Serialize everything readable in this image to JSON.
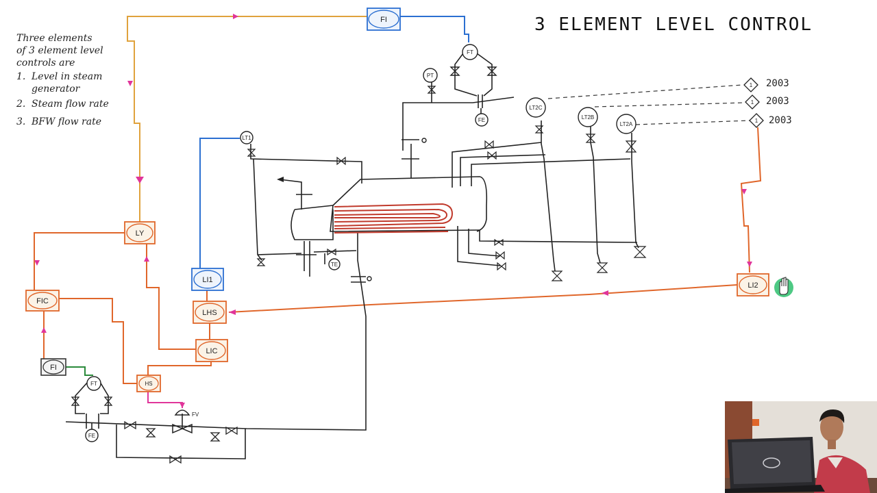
{
  "title": "3 ELEMENT LEVEL CONTROL",
  "notes": {
    "intro": [
      "Three elements",
      "of 3 element level",
      "controls are"
    ],
    "items": [
      {
        "num": "1.",
        "lines": [
          "Level in steam",
          "generator"
        ]
      },
      {
        "num": "2.",
        "lines": [
          "Steam flow rate"
        ]
      },
      {
        "num": "3.",
        "lines": [
          "BFW flow rate"
        ]
      }
    ]
  },
  "tags": {
    "fi_top": "FI",
    "ft_top": "FT",
    "pt": "PT",
    "fe_top": "FE",
    "lt2c": "LT2C",
    "lt2b": "LT2B",
    "lt2a": "LT2A",
    "lt1": "LT1",
    "li1": "LI1",
    "lhs": "LHS",
    "lic": "LIC",
    "ly": "LY",
    "fic": "FIC",
    "fi_bottom": "FI",
    "ft_bottom": "FT",
    "hs": "HS",
    "fe_bottom": "FE",
    "fv": "FV",
    "te": "TE",
    "li2": "LI2"
  },
  "refs": {
    "r1_num": "1",
    "r1": "2003",
    "r2_num": "1",
    "r2": "2003",
    "r3_num": "1",
    "r3": "2003"
  },
  "colors": {
    "signal_yellow": "#e0a23c",
    "signal_orange": "#e0662a",
    "signal_blue": "#2b6fd1",
    "signal_pink": "#e0359a",
    "coil_red": "#c0392b",
    "cursor_green": "#2fbf6f"
  },
  "icons": [
    "hand-cursor-icon"
  ]
}
